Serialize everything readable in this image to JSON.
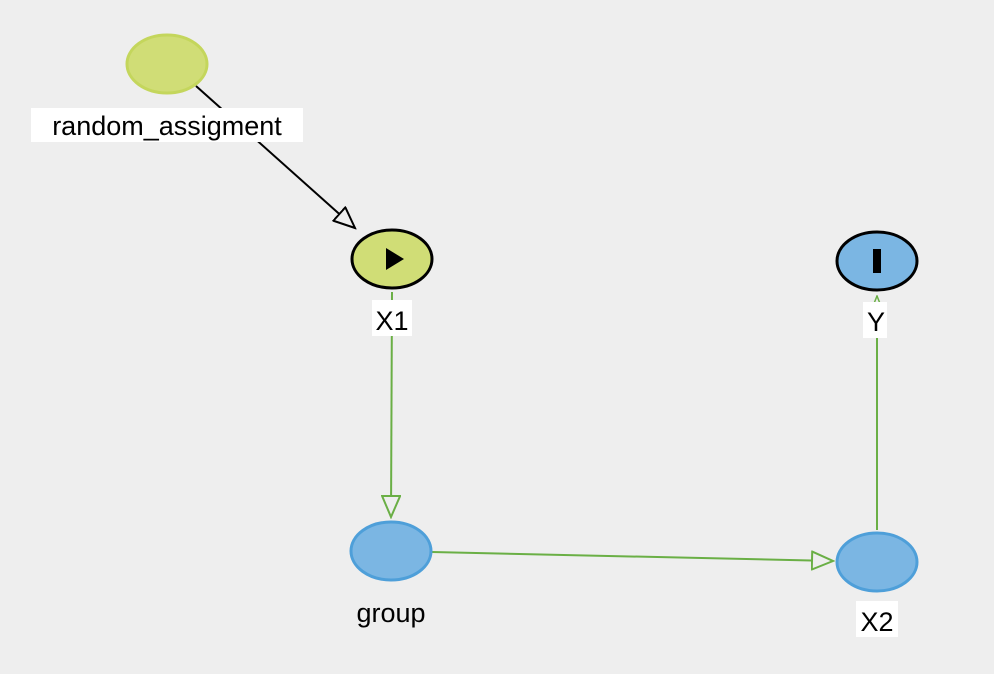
{
  "diagram": {
    "type": "causal-dag",
    "nodes": [
      {
        "id": "random_assigment",
        "label": "random_assigment",
        "role": "ancestor-of-exposure",
        "marker": "none"
      },
      {
        "id": "X1",
        "label": "X1",
        "role": "exposure",
        "marker": "triangle"
      },
      {
        "id": "Y",
        "label": "Y",
        "role": "outcome",
        "marker": "bar"
      },
      {
        "id": "group",
        "label": "group",
        "role": "ancestor-of-outcome",
        "marker": "none"
      },
      {
        "id": "X2",
        "label": "X2",
        "role": "ancestor-of-outcome",
        "marker": "none"
      }
    ],
    "edges": [
      {
        "from": "random_assigment",
        "to": "X1",
        "kind": "neutral"
      },
      {
        "from": "X1",
        "to": "group",
        "kind": "causal"
      },
      {
        "from": "group",
        "to": "X2",
        "kind": "causal"
      },
      {
        "from": "X2",
        "to": "Y",
        "kind": "causal"
      }
    ]
  },
  "colors": {
    "background": "#eeeeee",
    "exposure_fill": "#d0dd76",
    "exposure_stroke": "#c4d65c",
    "outcome_fill": "#7bb6e3",
    "outcome_stroke": "#4e9fd9",
    "causal_edge": "#6aaf45",
    "neutral_edge": "#000000",
    "label_bg": "#ffffff"
  }
}
